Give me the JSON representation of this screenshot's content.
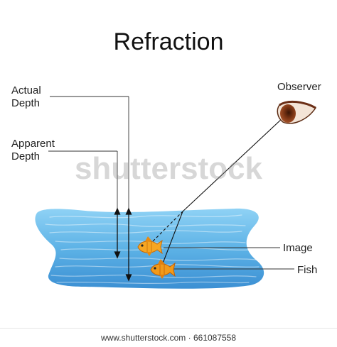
{
  "title": "Refraction",
  "labels": {
    "actual_depth": "Actual\nDepth",
    "apparent_depth": "Apparent\nDepth",
    "observer": "Observer",
    "image": "Image",
    "fish": "Fish"
  },
  "watermark": "shutterstock",
  "footer": {
    "text": "www.shutterstock.com · 661087558"
  },
  "colors": {
    "water_light": "#8ecff3",
    "water_dark": "#3e97d8",
    "fish": "#f5a623",
    "eye_iris": "#6b2e16",
    "line": "#111111"
  }
}
